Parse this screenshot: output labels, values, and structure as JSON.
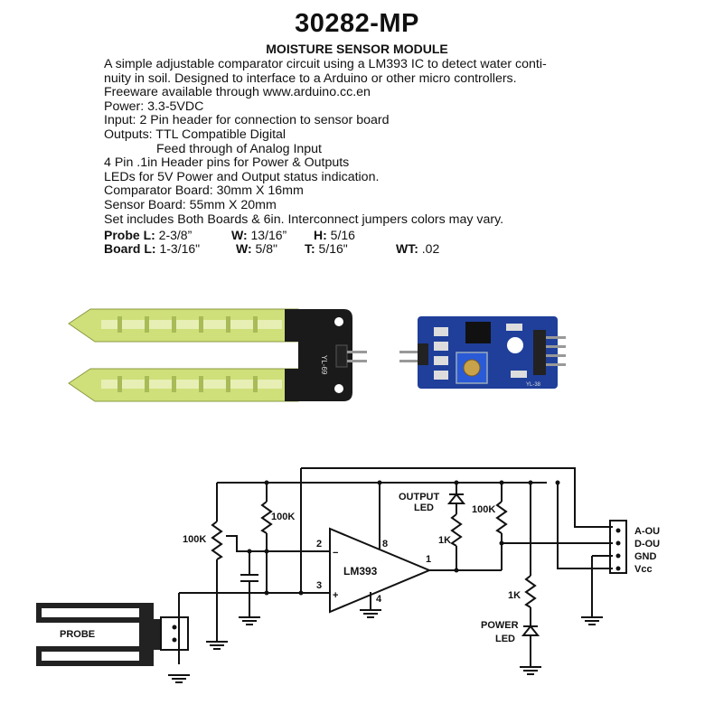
{
  "header": {
    "part_number": "30282-MP",
    "product_name": "MOISTURE SENSOR MODULE"
  },
  "description": {
    "intro_1": "A simple adjustable comparator circuit using a LM393 IC to detect water conti-",
    "intro_2": "nuity in soil. Designed to interface to a Arduino or other micro controllers.",
    "freeware": "Freeware available through www.arduino.cc.en",
    "power": "Power: 3.3-5VDC",
    "input": "Input: 2 Pin header for connection to sensor board",
    "outputs": "Outputs: TTL Compatible Digital",
    "outputs_2": "Feed through of Analog Input",
    "header_pins": "4 Pin .1in Header pins for Power & Outputs",
    "leds": "LEDs for 5V Power and Output status indication.",
    "comparator_board": "Comparator Board: 30mm X 16mm",
    "sensor_board": "Sensor Board: 55mm X 20mm",
    "set_includes": "Set includes Both Boards & 6in. Interconnect jumpers colors may vary."
  },
  "dimensions": {
    "probe": {
      "l_label": "Probe L:",
      "l_value": " 2-3/8”",
      "w_label": "W:",
      "w_value": " 13/16”",
      "h_label": "H:",
      "h_value": " 5/16"
    },
    "board": {
      "l_label": "Board L:",
      "l_value": " 1-3/16\"",
      "w_label": "W:",
      "w_value": " 5/8\"",
      "t_label": "T:",
      "t_value": " 5/16\"",
      "wt_label": "WT:",
      "wt_value": " .02"
    }
  },
  "photos": {
    "probe_silk": "YL-69",
    "module_silk": "YL-38"
  },
  "schematic": {
    "pot_label": "100K",
    "pullup_label": "100K",
    "output_led_label_1": "OUTPUT",
    "output_led_label_2": "LED",
    "r_output_led": "1K",
    "r_dout_pullup": "100K",
    "r_power_led": "1K",
    "power_led_label_1": "POWER",
    "power_led_label_2": "LED",
    "ic_label": "LM393",
    "pin_2": "2",
    "pin_3": "3",
    "pin_8": "8",
    "pin_4": "4",
    "pin_1": "1",
    "pin_minus": "−",
    "pin_plus": "+",
    "probe_label": "PROBE",
    "conn_a_out": "A-OUT",
    "conn_d_out": "D-OUT",
    "conn_gnd": "GND",
    "conn_vcc": "Vcc"
  }
}
